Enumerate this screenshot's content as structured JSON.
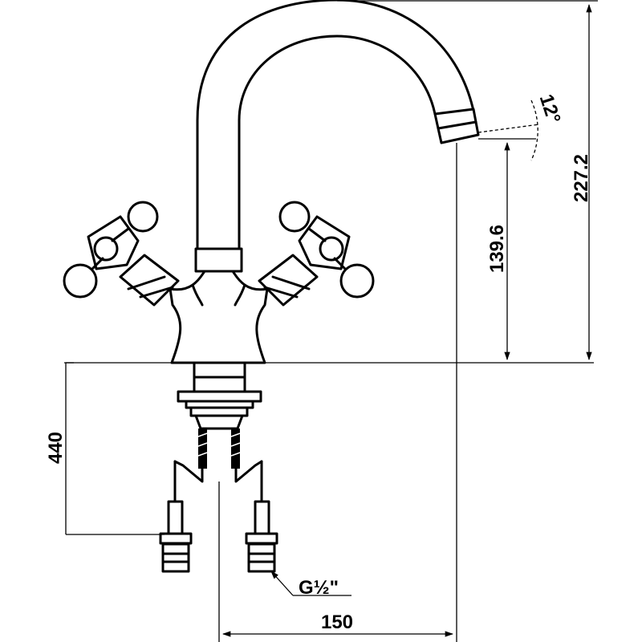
{
  "dimensions": {
    "total_height": "227.2",
    "spout_height": "139.6",
    "hose_length": "440",
    "spout_reach": "150",
    "spout_angle": "12°",
    "thread": "G½\""
  }
}
